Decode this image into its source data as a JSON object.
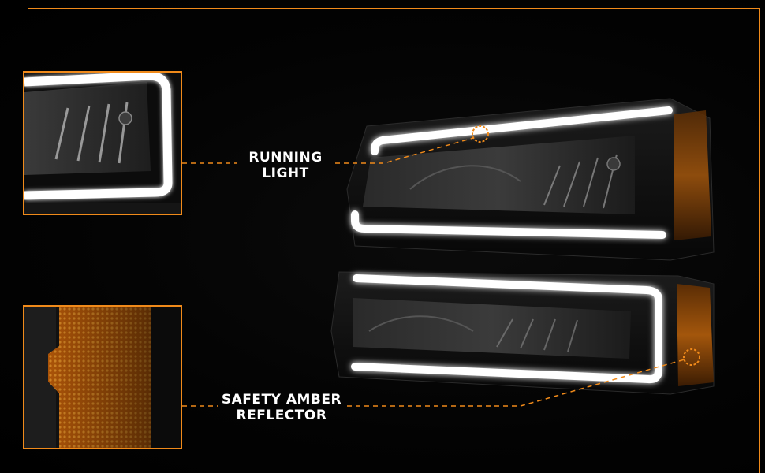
{
  "callouts": {
    "running_light": {
      "line1": "RUNNING",
      "line2": "LIGHT"
    },
    "amber_reflector": {
      "line1": "SAFETY AMBER",
      "line2": "REFLECTOR"
    }
  },
  "colors": {
    "accent": "#f08a1a",
    "background": "#000000",
    "light_bar": "#ffffff",
    "amber": "#e0780f"
  }
}
